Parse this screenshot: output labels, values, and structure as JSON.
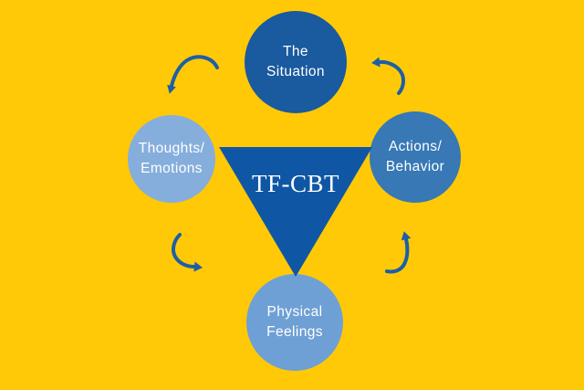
{
  "diagram": {
    "type": "cycle",
    "background_color": "#FFC907",
    "center": {
      "label": "TF-CBT",
      "shape": "inverted-triangle",
      "fill": "#0F57A5",
      "text_color": "#FFFFFF"
    },
    "nodes": {
      "situation": {
        "line1": "The",
        "line2": "Situation",
        "position": "top",
        "color": "#1A5A9E",
        "text_color": "#FFFFFF"
      },
      "thoughts": {
        "line1": "Thoughts/",
        "line2": "Emotions",
        "position": "left",
        "color": "#85AEDC",
        "text_color": "#FFFFFF"
      },
      "physical": {
        "line1": "Physical",
        "line2": "Feelings",
        "position": "bottom",
        "color": "#6EA0D5",
        "text_color": "#FFFFFF"
      },
      "actions": {
        "line1": "Actions/",
        "line2": "Behavior",
        "position": "right",
        "color": "#3778B5",
        "text_color": "#FFFFFF"
      }
    },
    "arrows": {
      "color": "#1C5FA6",
      "items": [
        {
          "id": "top-left",
          "from": "situation",
          "to": "thoughts"
        },
        {
          "id": "bottom-left",
          "from": "thoughts",
          "to": "physical"
        },
        {
          "id": "bottom-right",
          "from": "physical",
          "to": "actions"
        },
        {
          "id": "top-right",
          "from": "actions",
          "to": "situation"
        }
      ]
    }
  }
}
